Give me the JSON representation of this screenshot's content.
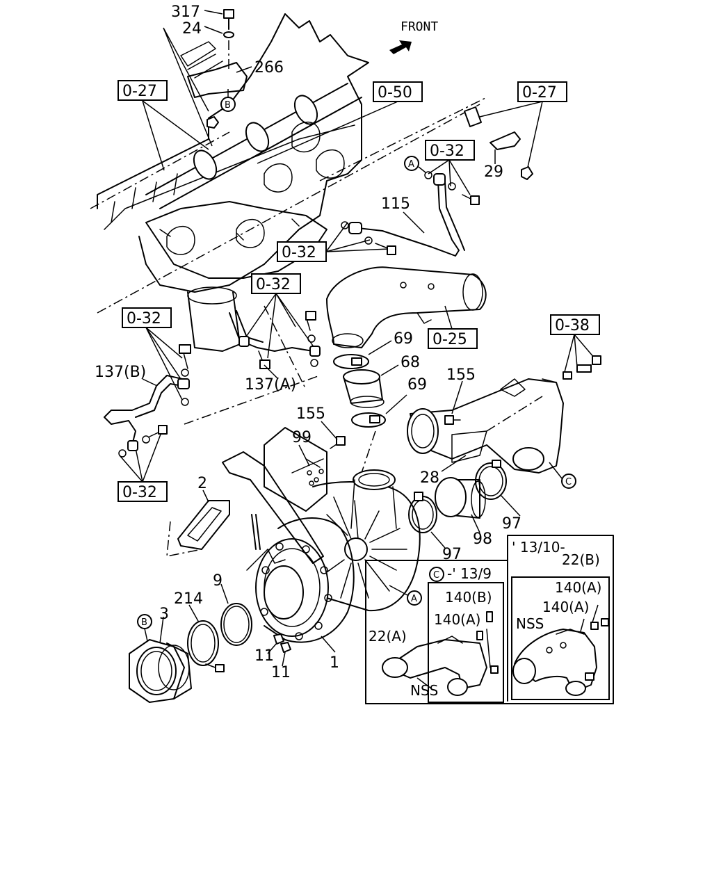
{
  "front_label": "FRONT",
  "refs": {
    "r0_27_left": "0-27",
    "r0_50": "0-50",
    "r0_27_right": "0-27",
    "r0_32_top": "0-32",
    "r0_32_mid": "0-32",
    "r0_32_center": "0-32",
    "r0_32_left": "0-32",
    "r0_32_bottom": "0-32",
    "r0_25": "0-25",
    "r0_38": "0-38"
  },
  "parts": {
    "p317": "317",
    "p24": "24",
    "p266": "266",
    "p29": "29",
    "p115": "115",
    "p69a": "69",
    "p68": "68",
    "p69b": "69",
    "p155a": "155",
    "p137b": "137(B)",
    "p137a": "137(A)",
    "p155b": "155",
    "p99": "99",
    "p2": "2",
    "p28": "28",
    "p97a": "97",
    "p98": "98",
    "p97b": "97",
    "p9": "9",
    "p214": "214",
    "p3": "3",
    "p11a": "11",
    "p11b": "11",
    "p1": "1"
  },
  "markers": {
    "m_b_top": "B",
    "m_a_top": "A",
    "m_c": "C",
    "m_a_bottom": "A",
    "m_b_bottom": "B"
  },
  "inset_old": {
    "marker": "C",
    "period": "-' 13/9",
    "p140b": "140(B)",
    "p140a": "140(A)",
    "p22a": "22(A)",
    "nss": "NSS"
  },
  "inset_new": {
    "period": "' 13/10-",
    "p22b": "22(B)",
    "p140a_1": "140(A)",
    "p140a_2": "140(A)",
    "nss": "NSS"
  }
}
